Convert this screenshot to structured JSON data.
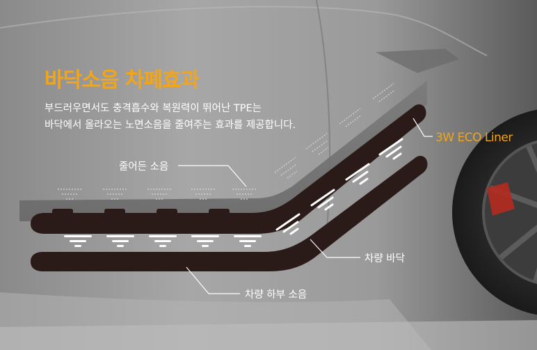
{
  "colors": {
    "accent": "#f2a51a",
    "text": "#ffffff",
    "liner": "#6f6f6f",
    "floor": "#2b1b18",
    "background": "#9a9a9a"
  },
  "title": "바닥소음 차폐효과",
  "description": {
    "line1": "부드러우면서도 충격흡수와 복원력이 뛰어난 TPE는",
    "line2": "바닥에서 올라오는 노면소음을 줄여주는 효과를 제공합니다."
  },
  "labels": {
    "reduced_noise": "줄어든 소음",
    "brand": "3W ECO Liner",
    "vehicle_floor": "차량 바닥",
    "under_noise": "차량 하부 소음"
  },
  "icons": {
    "noise_wave": "noise-wave-icon",
    "reduced_wave": "reduced-noise-wave-icon"
  }
}
